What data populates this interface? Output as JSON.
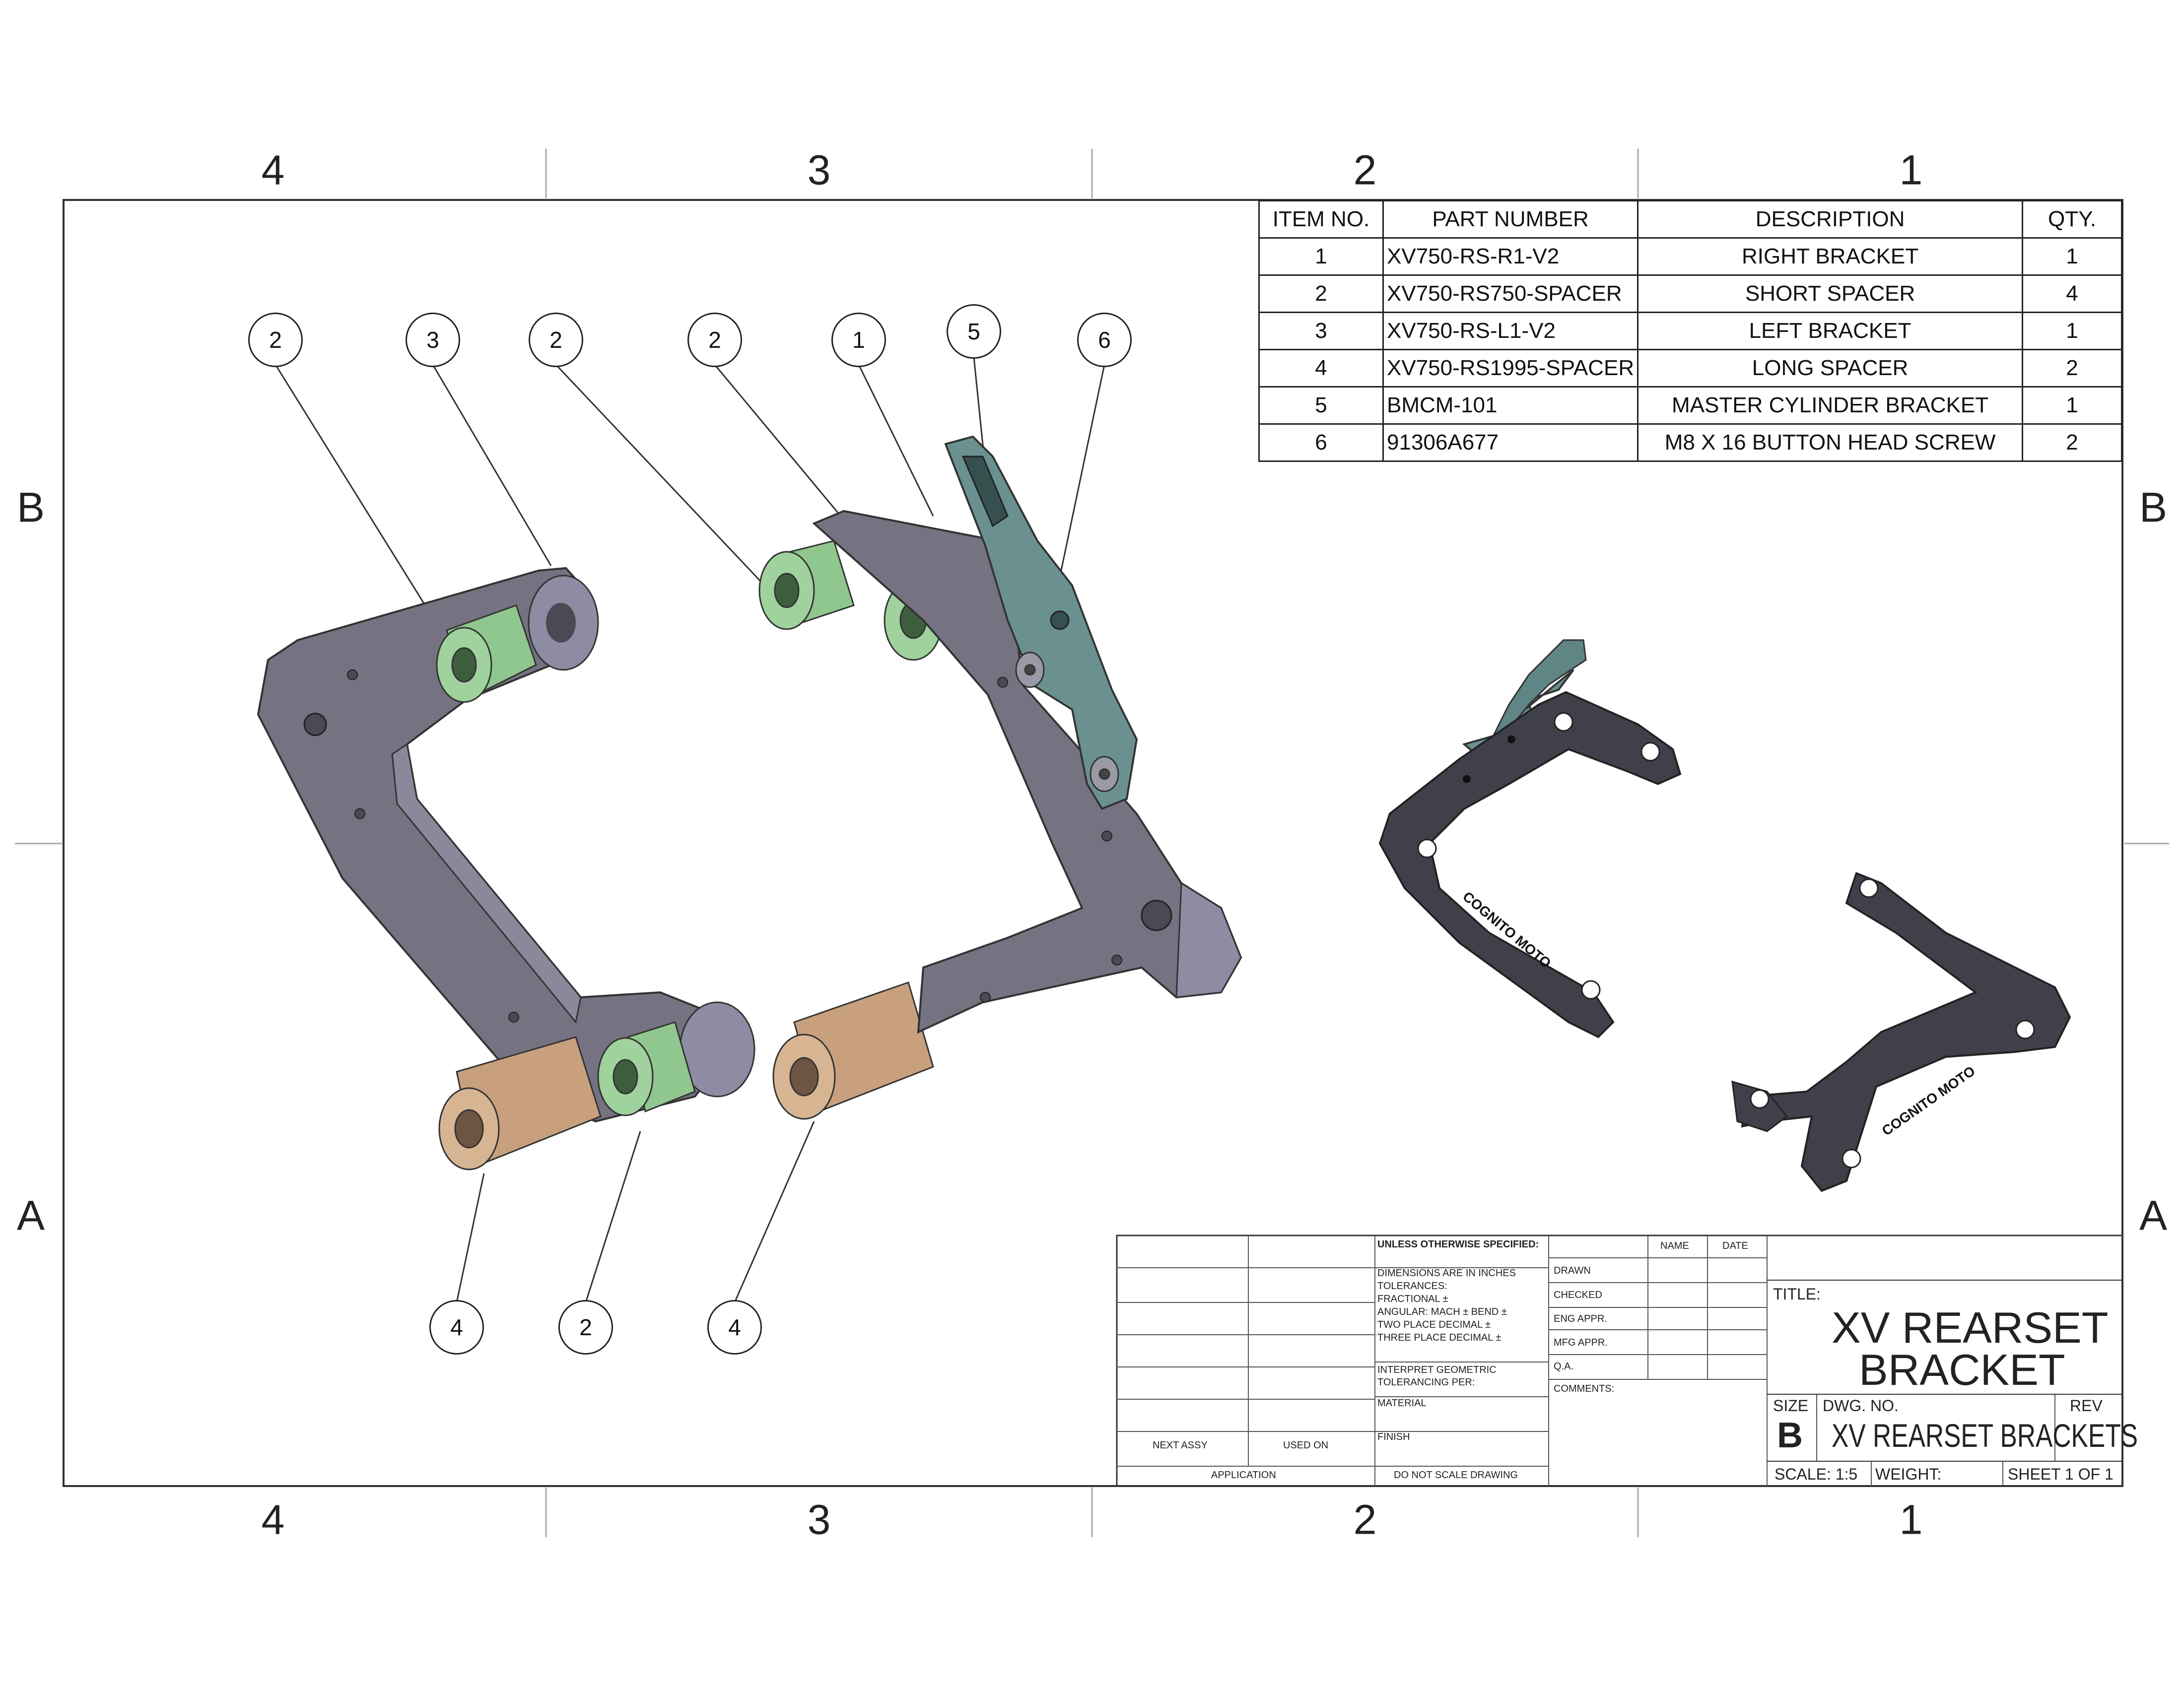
{
  "zones": {
    "columns": [
      "4",
      "3",
      "2",
      "1"
    ],
    "rows": [
      "B",
      "A"
    ]
  },
  "bom": {
    "headers": [
      "ITEM NO.",
      "PART NUMBER",
      "DESCRIPTION",
      "QTY."
    ],
    "rows": [
      [
        "1",
        "XV750-RS-R1-V2",
        "RIGHT BRACKET",
        "1"
      ],
      [
        "2",
        "XV750-RS750-SPACER",
        "SHORT SPACER",
        "4"
      ],
      [
        "3",
        "XV750-RS-L1-V2",
        "LEFT BRACKET",
        "1"
      ],
      [
        "4",
        "XV750-RS1995-SPACER",
        "LONG SPACER",
        "2"
      ],
      [
        "5",
        "BMCM-101",
        "MASTER CYLINDER BRACKET",
        "1"
      ],
      [
        "6",
        "91306A677",
        "M8 X 16 BUTTON HEAD SCREW",
        "2"
      ]
    ]
  },
  "balloons": [
    "2",
    "3",
    "2",
    "2",
    "1",
    "5",
    "6",
    "4",
    "2",
    "4"
  ],
  "engraving": [
    "COGNITO MOTO",
    "COGNITO MOTO"
  ],
  "title_block": {
    "unless": "UNLESS OTHERWISE SPECIFIED:",
    "name": "NAME",
    "date": "DATE",
    "dims_inches": "DIMENSIONS ARE IN INCHES",
    "tolerances": "TOLERANCES:",
    "fractional": "FRACTIONAL ±",
    "angular": "ANGULAR: MACH ±    BEND ±",
    "two_place": "TWO PLACE DECIMAL    ±",
    "three_place": "THREE PLACE DECIMAL   ±",
    "interpret": "INTERPRET GEOMETRIC",
    "tolerancing": "TOLERANCING PER:",
    "material": "MATERIAL",
    "finish": "FINISH",
    "do_not_scale": "DO NOT SCALE DRAWING",
    "drawn": "DRAWN",
    "checked": "CHECKED",
    "eng_appr": "ENG APPR.",
    "mfg_appr": "MFG APPR.",
    "qa": "Q.A.",
    "comments": "COMMENTS:",
    "next_assy": "NEXT ASSY",
    "used_on": "USED ON",
    "application": "APPLICATION",
    "title_label": "TITLE:",
    "title_line1": "XV REARSET",
    "title_line2": "BRACKET",
    "size_label": "SIZE",
    "size_value": "B",
    "dwg_no_label": "DWG.  NO.",
    "dwg_no": "XV REARSET BRACKETS",
    "rev_label": "REV",
    "scale": "SCALE: 1:5",
    "weight": "WEIGHT:",
    "sheet": "SHEET 1 OF 1"
  }
}
